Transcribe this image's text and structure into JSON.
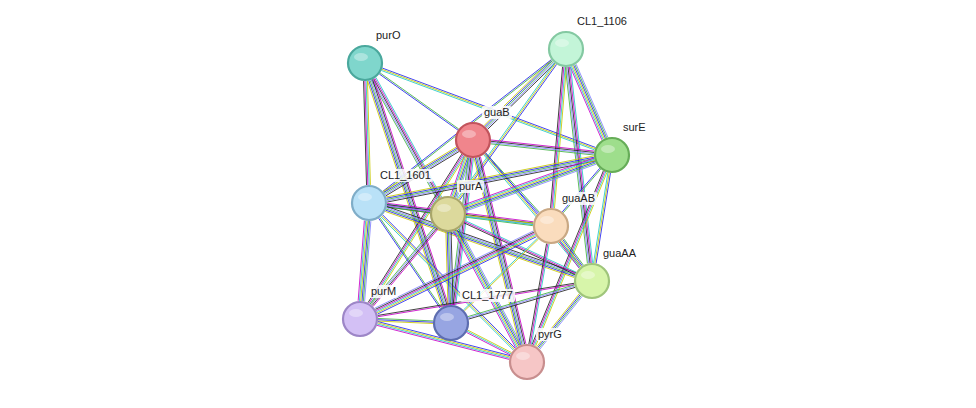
{
  "diagram": {
    "nodes": [
      {
        "text": [
          "purO"
        ]
      },
      {
        "text": [
          "CL1_1106"
        ]
      },
      {
        "text": [
          "guaB"
        ]
      },
      {
        "text": [
          "surE"
        ]
      },
      {
        "text": [
          "CL1_1601"
        ]
      },
      {
        "text": [
          "purA"
        ]
      },
      {
        "text": [
          "guaAB"
        ]
      },
      {
        "text": [
          "guaAA"
        ]
      },
      {
        "text": [
          "purM"
        ]
      },
      {
        "text": [
          "CL1_1777"
        ]
      },
      {
        "text": [
          "pyrG"
        ]
      }
    ],
    "edges": [
      {
        "from": 0,
        "to": 2,
        "arrow": "none"
      },
      {
        "from": 0,
        "to": 3,
        "arrow": "none"
      },
      {
        "from": 0,
        "to": 4,
        "arrow": "none"
      },
      {
        "from": 0,
        "to": 5,
        "arrow": "none"
      },
      {
        "from": 0,
        "to": 9,
        "arrow": "none"
      },
      {
        "from": 1,
        "to": 2,
        "arrow": "none"
      },
      {
        "from": 1,
        "to": 3,
        "arrow": "none"
      },
      {
        "from": 1,
        "to": 4,
        "arrow": "none"
      },
      {
        "from": 1,
        "to": 5,
        "arrow": "none"
      },
      {
        "from": 1,
        "to": 6,
        "arrow": "none"
      },
      {
        "from": 1,
        "to": 7,
        "arrow": "none"
      },
      {
        "from": 2,
        "to": 3,
        "arrow": "none"
      },
      {
        "from": 2,
        "to": 4,
        "arrow": "none"
      },
      {
        "from": 2,
        "to": 5,
        "arrow": "none"
      },
      {
        "from": 2,
        "to": 6,
        "arrow": "none"
      },
      {
        "from": 2,
        "to": 7,
        "arrow": "none"
      },
      {
        "from": 2,
        "to": 8,
        "arrow": "none"
      },
      {
        "from": 2,
        "to": 9,
        "arrow": "none"
      },
      {
        "from": 2,
        "to": 10,
        "arrow": "none"
      },
      {
        "from": 3,
        "to": 4,
        "arrow": "none"
      },
      {
        "from": 3,
        "to": 5,
        "arrow": "none"
      },
      {
        "from": 3,
        "to": 6,
        "arrow": "none"
      },
      {
        "from": 3,
        "to": 7,
        "arrow": "none"
      },
      {
        "from": 3,
        "to": 10,
        "arrow": "none"
      },
      {
        "from": 4,
        "to": 5,
        "arrow": "none"
      },
      {
        "from": 4,
        "to": 6,
        "arrow": "none"
      },
      {
        "from": 4,
        "to": 7,
        "arrow": "none"
      },
      {
        "from": 4,
        "to": 8,
        "arrow": "none"
      },
      {
        "from": 4,
        "to": 9,
        "arrow": "none"
      },
      {
        "from": 4,
        "to": 10,
        "arrow": "none"
      },
      {
        "from": 5,
        "to": 6,
        "arrow": "none"
      },
      {
        "from": 5,
        "to": 7,
        "arrow": "none"
      },
      {
        "from": 5,
        "to": 8,
        "arrow": "none"
      },
      {
        "from": 5,
        "to": 9,
        "arrow": "none"
      },
      {
        "from": 5,
        "to": 10,
        "arrow": "none"
      },
      {
        "from": 6,
        "to": 7,
        "arrow": "none"
      },
      {
        "from": 6,
        "to": 8,
        "arrow": "none"
      },
      {
        "from": 6,
        "to": 9,
        "arrow": "none"
      },
      {
        "from": 6,
        "to": 10,
        "arrow": "none"
      },
      {
        "from": 7,
        "to": 8,
        "arrow": "none"
      },
      {
        "from": 7,
        "to": 9,
        "arrow": "none"
      },
      {
        "from": 7,
        "to": 10,
        "arrow": "none"
      },
      {
        "from": 8,
        "to": 9,
        "arrow": "none"
      },
      {
        "from": 8,
        "to": 10,
        "arrow": "none"
      },
      {
        "from": 9,
        "to": 10,
        "arrow": "none"
      }
    ]
  }
}
